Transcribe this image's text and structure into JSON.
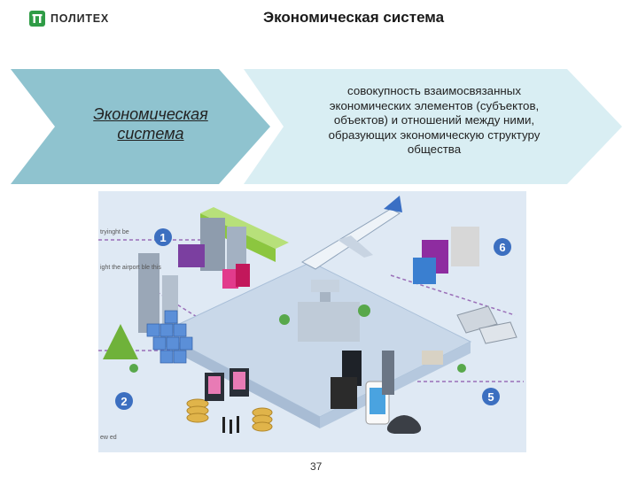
{
  "header": {
    "logo_text": "ПОЛИТЕХ",
    "title": "Экономическая система"
  },
  "definition": {
    "term": "Экономическая система",
    "text": "совокупность взаимосвязанных экономических элементов (субъектов, объектов) и отношений между ними, образующих экономическую структуру общества"
  },
  "illustration": {
    "step_numbers": [
      "1",
      "2",
      "5",
      "6"
    ],
    "side_notes": [
      "tryinght be",
      "ight the airport ble this",
      "ew ed"
    ]
  },
  "footer": {
    "page_number": "37"
  },
  "colors": {
    "logo_green": "#2f9c46",
    "chevron_left": "#8fc3cf",
    "chevron_right": "#d9eef3",
    "map_blue": "#5b8fd8"
  }
}
